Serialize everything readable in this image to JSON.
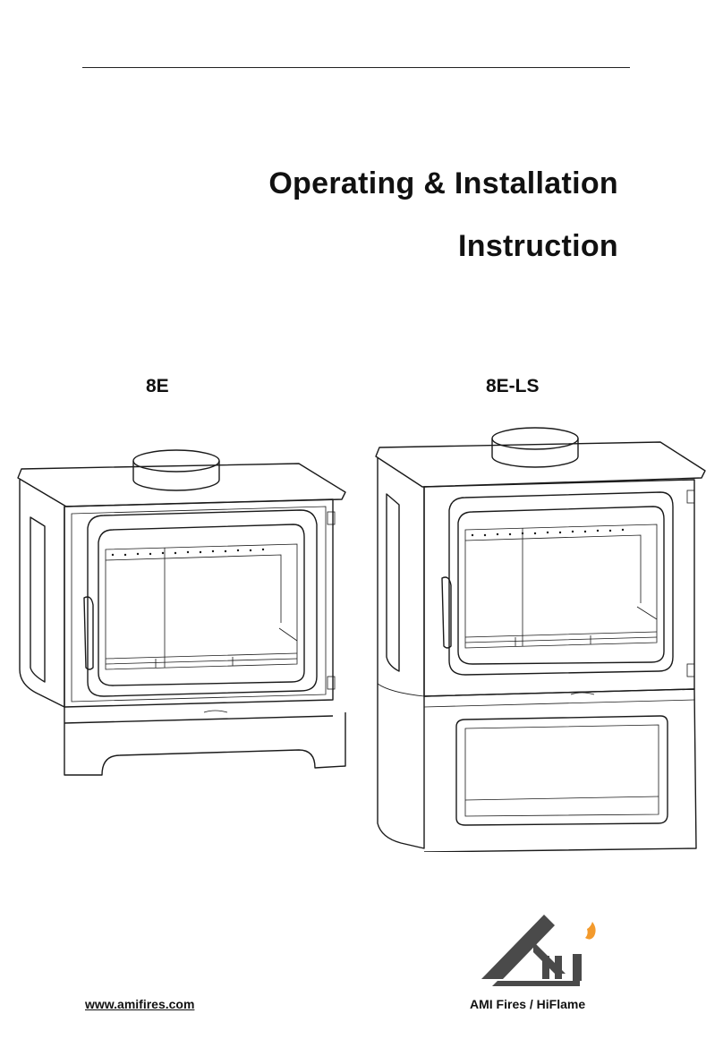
{
  "header": {
    "title_line1": "Operating & Installation",
    "title_line2": "Instruction"
  },
  "models": {
    "left": "8E",
    "right": "8E-LS"
  },
  "footer": {
    "website": "www.amifires.com",
    "brand": "AMI Fires / HiFlame"
  },
  "logo": {
    "text": "Ami",
    "flame_color": "#f39a2c",
    "mark_color": "#4a4a4a"
  }
}
